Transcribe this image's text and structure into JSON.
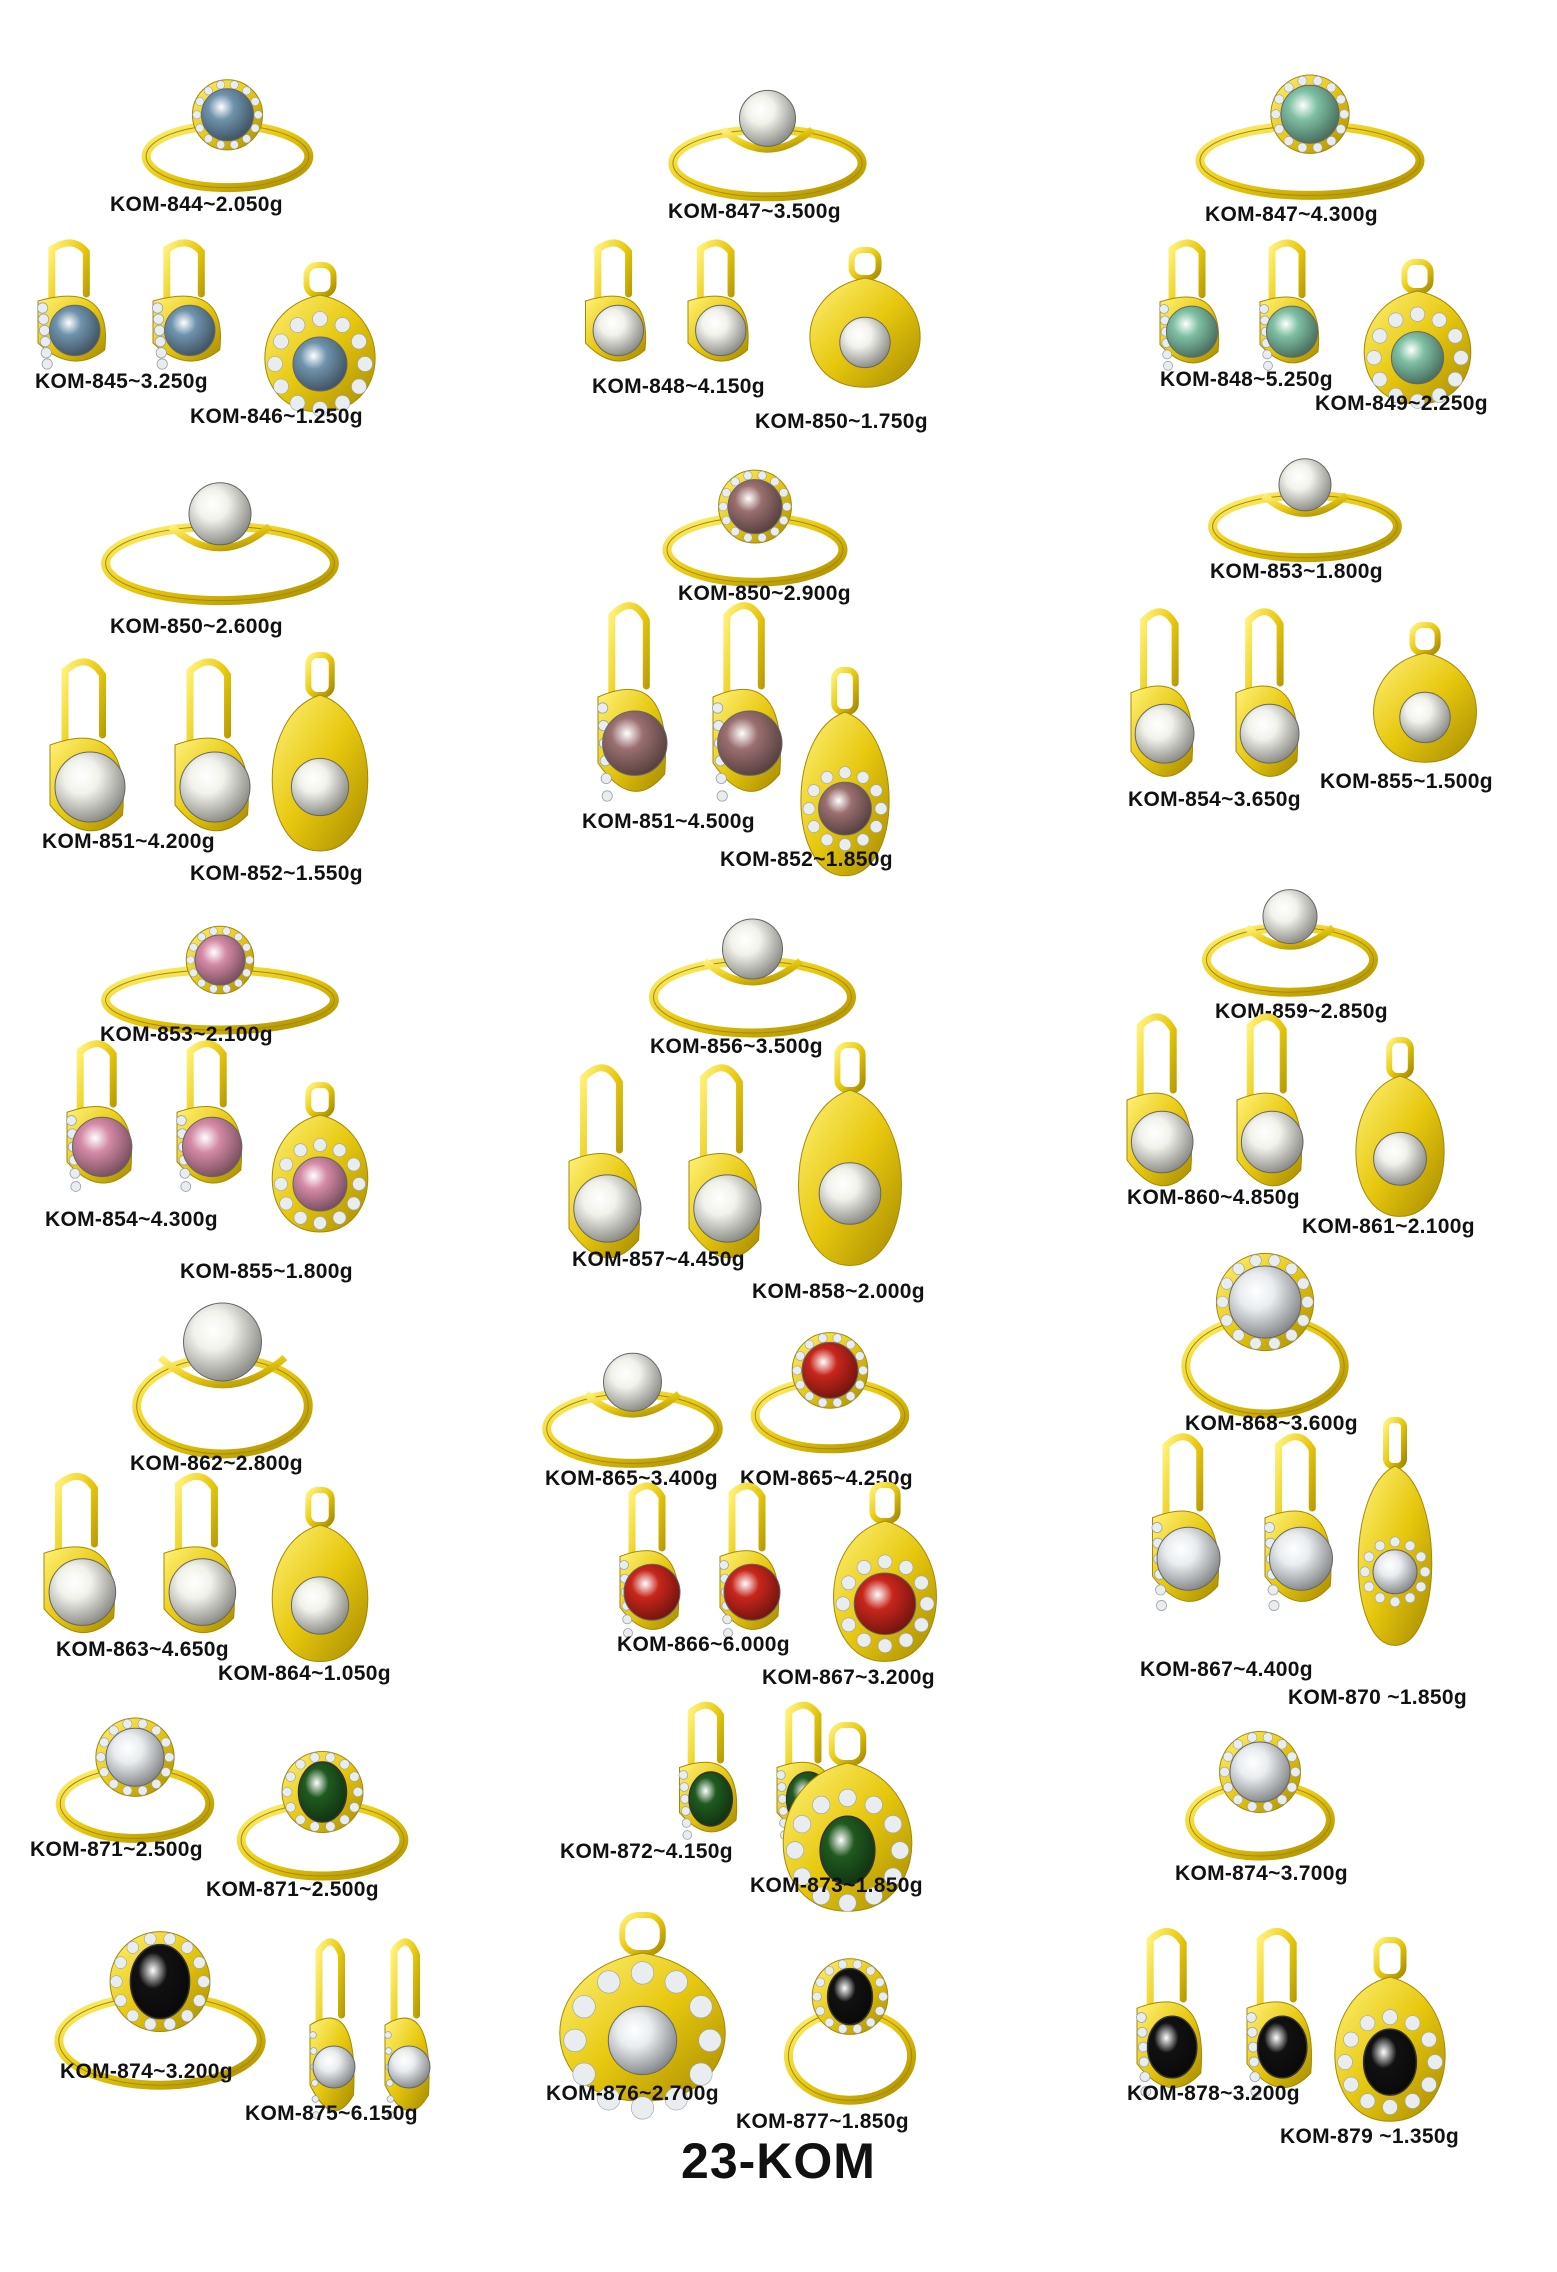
{
  "page": {
    "title": "23-KOM"
  },
  "colors": {
    "gold": "#e7c80e",
    "gold_dark": "#a68a00",
    "gold_light": "#fff27a",
    "pearl": "#f2f2ec",
    "blue_topaz": "#6f93ad",
    "green_stone": "#7fc0a4",
    "smoky_pink": "#9a6f6f",
    "pink_stone": "#d48aa6",
    "red_stone": "#c8261b",
    "onyx": "#111111",
    "emerald": "#1f5a1f",
    "cz_white": "#e9edf0"
  },
  "products": [
    {
      "label": "KOM-844~2.050g",
      "kind": "ring",
      "stone": "blue_topaz"
    },
    {
      "label": "KOM-845~3.250g",
      "kind": "earrings",
      "stone": "blue_topaz"
    },
    {
      "label": "KOM-846~1.250g",
      "kind": "pendant",
      "stone": "blue_topaz"
    },
    {
      "label": "KOM-847~3.500g",
      "kind": "ring",
      "stone": "pearl"
    },
    {
      "label": "KOM-848~4.150g",
      "kind": "earrings",
      "stone": "pearl"
    },
    {
      "label": "KOM-850~1.750g",
      "kind": "pendant",
      "stone": "pearl"
    },
    {
      "label": "KOM-847~4.300g",
      "kind": "ring",
      "stone": "green_stone"
    },
    {
      "label": "KOM-848~5.250g",
      "kind": "earrings",
      "stone": "green_stone"
    },
    {
      "label": "KOM-849~2.250g",
      "kind": "pendant",
      "stone": "green_stone"
    },
    {
      "label": "KOM-850~2.600g",
      "kind": "ring",
      "stone": "pearl"
    },
    {
      "label": "KOM-851~4.200g",
      "kind": "earrings",
      "stone": "pearl"
    },
    {
      "label": "KOM-852~1.550g",
      "kind": "pendant",
      "stone": "pearl"
    },
    {
      "label": "KOM-850~2.900g",
      "kind": "ring",
      "stone": "smoky_pink"
    },
    {
      "label": "KOM-851~4.500g",
      "kind": "earrings",
      "stone": "smoky_pink"
    },
    {
      "label": "KOM-852~1.850g",
      "kind": "pendant",
      "stone": "smoky_pink"
    },
    {
      "label": "KOM-853~1.800g",
      "kind": "ring",
      "stone": "pearl"
    },
    {
      "label": "KOM-854~3.650g",
      "kind": "earrings",
      "stone": "pearl"
    },
    {
      "label": "KOM-855~1.500g",
      "kind": "pendant",
      "stone": "pearl"
    },
    {
      "label": "KOM-853~2.100g",
      "kind": "ring",
      "stone": "pink_stone"
    },
    {
      "label": "KOM-854~4.300g",
      "kind": "earrings",
      "stone": "pink_stone"
    },
    {
      "label": "KOM-855~1.800g",
      "kind": "pendant",
      "stone": "pink_stone"
    },
    {
      "label": "KOM-856~3.500g",
      "kind": "ring",
      "stone": "pearl"
    },
    {
      "label": "KOM-857~4.450g",
      "kind": "earrings",
      "stone": "pearl"
    },
    {
      "label": "KOM-858~2.000g",
      "kind": "pendant",
      "stone": "pearl"
    },
    {
      "label": "KOM-859~2.850g",
      "kind": "ring",
      "stone": "pearl"
    },
    {
      "label": "KOM-860~4.850g",
      "kind": "earrings",
      "stone": "pearl"
    },
    {
      "label": "KOM-861~2.100g",
      "kind": "pendant",
      "stone": "pearl"
    },
    {
      "label": "KOM-862~2.800g",
      "kind": "ring",
      "stone": "pearl"
    },
    {
      "label": "KOM-863~4.650g",
      "kind": "earrings",
      "stone": "pearl"
    },
    {
      "label": "KOM-864~1.050g",
      "kind": "pendant",
      "stone": "pearl"
    },
    {
      "label": "KOM-865~3.400g",
      "kind": "ring",
      "stone": "pearl"
    },
    {
      "label": "KOM-865~4.250g",
      "kind": "ring",
      "stone": "red_stone"
    },
    {
      "label": "KOM-866~6.000g",
      "kind": "earrings",
      "stone": "red_stone"
    },
    {
      "label": "KOM-867~3.200g",
      "kind": "pendant",
      "stone": "red_stone"
    },
    {
      "label": "KOM-868~3.600g",
      "kind": "ring",
      "stone": "cz_white"
    },
    {
      "label": "KOM-867~4.400g",
      "kind": "earrings",
      "stone": "cz_white"
    },
    {
      "label": "KOM-870 ~1.850g",
      "kind": "pendant",
      "stone": "cz_white"
    },
    {
      "label": "KOM-871~2.500g",
      "kind": "ring",
      "stone": "cz_white"
    },
    {
      "label": "KOM-871~2.500g",
      "kind": "ring",
      "stone": "emerald"
    },
    {
      "label": "KOM-872~4.150g",
      "kind": "earrings",
      "stone": "emerald"
    },
    {
      "label": "KOM-873~1.850g",
      "kind": "pendant",
      "stone": "emerald"
    },
    {
      "label": "KOM-874~3.700g",
      "kind": "ring",
      "stone": "cz_white"
    },
    {
      "label": "KOM-874~3.200g",
      "kind": "ring",
      "stone": "onyx"
    },
    {
      "label": "KOM-875~6.150g",
      "kind": "earrings",
      "stone": "cz_white"
    },
    {
      "label": "KOM-876~2.700g",
      "kind": "pendant",
      "stone": "cz_white"
    },
    {
      "label": "KOM-877~1.850g",
      "kind": "ring",
      "stone": "onyx"
    },
    {
      "label": "KOM-878~3.200g",
      "kind": "earrings",
      "stone": "onyx"
    },
    {
      "label": "KOM-879 ~1.350g",
      "kind": "pendant",
      "stone": "onyx"
    }
  ]
}
